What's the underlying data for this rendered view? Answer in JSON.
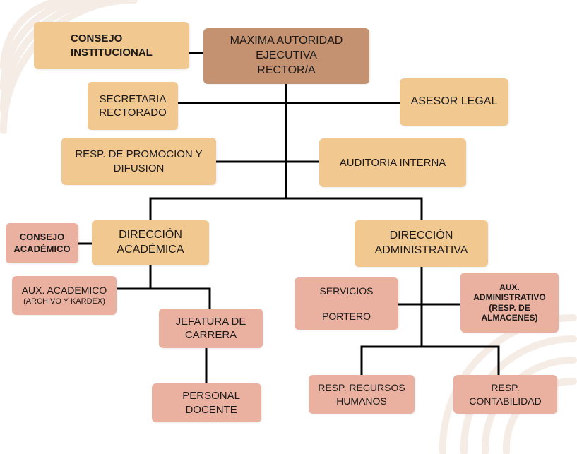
{
  "colors": {
    "primary_box": "#f2c891",
    "top_box": "#c49270",
    "secondary_box": "#eab1a0",
    "connector": "#000000"
  },
  "nodes": {
    "consejo_institucional": "CONSEJO\nINSTITUCIONAL",
    "maxima_autoridad": "MAXIMA AUTORIDAD\nEJECUTIVA\nRECTOR/A",
    "secretaria": "SECRETARIA\nRECTORADO",
    "asesor_legal": "ASESOR LEGAL",
    "promocion": "RESP. DE PROMOCION Y\nDIFUSION",
    "auditoria": "AUDITORIA INTERNA",
    "consejo_academico": "CONSEJO\nACADÉMICO",
    "direccion_academica": "DIRECCIÓN\nACADÉMICA",
    "direccion_administrativa": "DIRECCIÓN\nADMINISTRATIVA",
    "aux_academico": "AUX. ACADEMICO",
    "aux_academico_sub": "(ARCHIVO Y KARDEX)",
    "servicios": "SERVICIOS\n\nPORTERO",
    "aux_administrativo": "AUX.\nADMINISTRATIVO\n(RESP. DE\nALMACENES)",
    "jefatura": "JEFATURA DE\nCARRERA",
    "personal_docente": "PERSONAL\nDOCENTE",
    "recursos_humanos": "RESP. RECURSOS\nHUMANOS",
    "contabilidad": "RESP.\nCONTABILIDAD"
  }
}
